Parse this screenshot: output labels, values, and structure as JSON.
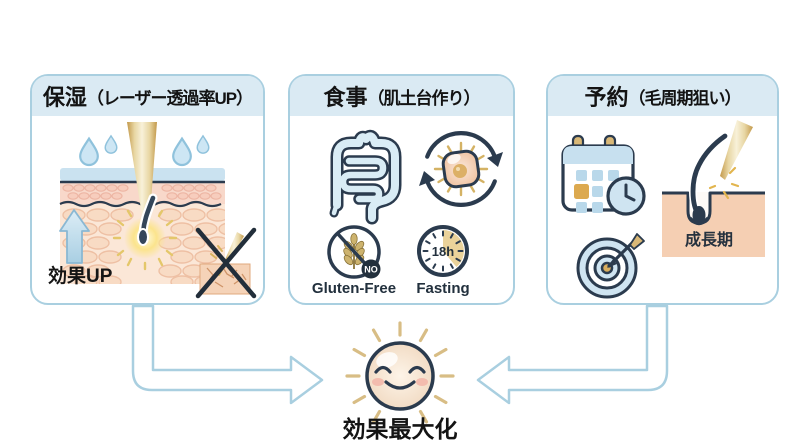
{
  "panels": [
    {
      "id": "moisturizing",
      "title_main": "保湿",
      "title_sub": "（レーザー透過率UP）",
      "effect_label": "効果UP"
    },
    {
      "id": "diet",
      "title_main": "食事",
      "title_sub": "（肌土台作り）",
      "gluten_label": "Gluten-Free",
      "gluten_badge": "NO",
      "fasting_label": "Fasting",
      "fasting_value": "18h"
    },
    {
      "id": "booking",
      "title_main": "予約",
      "title_sub": "（毛周期狙い）",
      "growth_label": "成長期"
    }
  ],
  "result": {
    "label": "効果最大化"
  },
  "colors": {
    "panel_border": "#a9cfe0",
    "panel_header_bg": "#daeaf3",
    "outline_navy": "#2b3b4e",
    "gold": "#d2ab57",
    "light_blue_fill": "#cfe4f1",
    "skin_peach": "#f5d0b5",
    "text_dark": "#141414"
  }
}
